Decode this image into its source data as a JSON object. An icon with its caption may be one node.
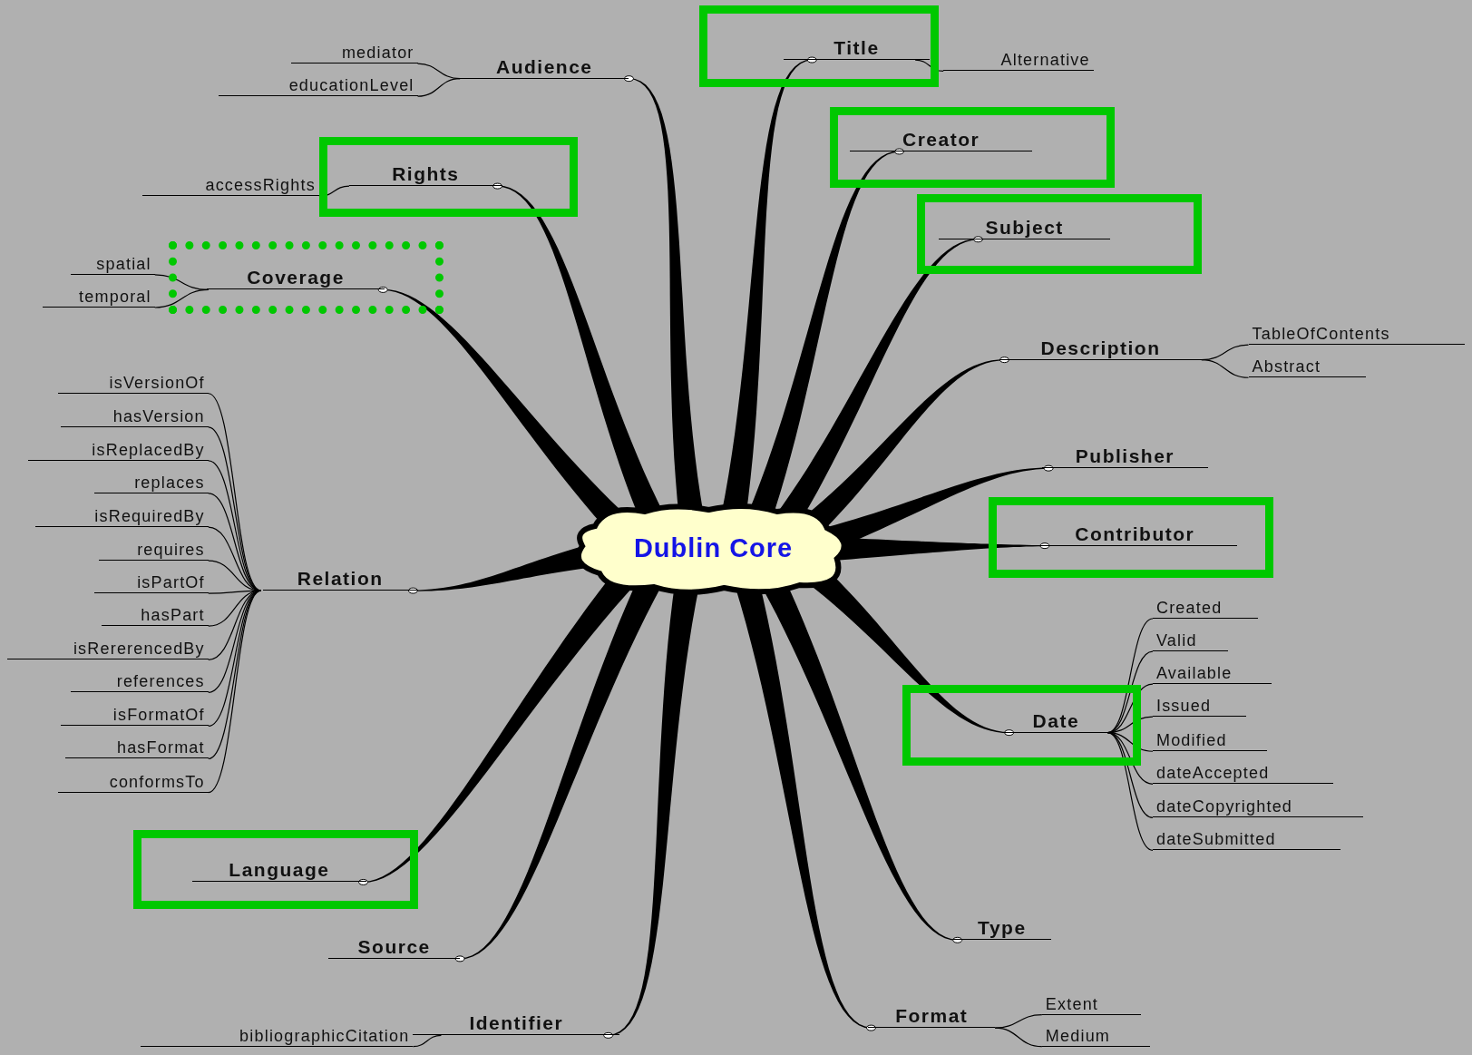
{
  "diagram": {
    "nodes": [
      {
        "text": [
          "Dublin Core"
        ]
      },
      {
        "text": [
          "Audience"
        ]
      },
      {
        "text": [
          "mediator"
        ]
      },
      {
        "text": [
          "educationLevel"
        ]
      },
      {
        "text": [
          "Title"
        ],
        "in": 49
      },
      {
        "text": [
          "Alternative"
        ]
      },
      {
        "text": [
          "Creator"
        ],
        "in": 50
      },
      {
        "text": [
          "Subject"
        ],
        "in": 51
      },
      {
        "text": [
          "Description"
        ]
      },
      {
        "text": [
          "TableOfContents"
        ]
      },
      {
        "text": [
          "Abstract"
        ]
      },
      {
        "text": [
          "Publisher"
        ]
      },
      {
        "text": [
          "Contributor"
        ],
        "in": 52
      },
      {
        "text": [
          "Date"
        ],
        "in": 53
      },
      {
        "text": [
          "Created"
        ]
      },
      {
        "text": [
          "Valid"
        ]
      },
      {
        "text": [
          "Available"
        ]
      },
      {
        "text": [
          "Issued"
        ]
      },
      {
        "text": [
          "Modified"
        ]
      },
      {
        "text": [
          "dateAccepted"
        ]
      },
      {
        "text": [
          "dateCopyrighted"
        ]
      },
      {
        "text": [
          "dateSubmitted"
        ]
      },
      {
        "text": [
          "Type"
        ]
      },
      {
        "text": [
          "Format"
        ]
      },
      {
        "text": [
          "Extent"
        ]
      },
      {
        "text": [
          "Medium"
        ]
      },
      {
        "text": [
          "Identifier"
        ]
      },
      {
        "text": [
          "bibliographicCitation"
        ]
      },
      {
        "text": [
          "Source"
        ]
      },
      {
        "text": [
          "Language"
        ],
        "in": 54
      },
      {
        "text": [
          "Relation"
        ]
      },
      {
        "text": [
          "isVersionOf"
        ]
      },
      {
        "text": [
          "hasVersion"
        ]
      },
      {
        "text": [
          "isReplacedBy"
        ]
      },
      {
        "text": [
          "replaces"
        ]
      },
      {
        "text": [
          "isRequiredBy"
        ]
      },
      {
        "text": [
          "requires"
        ]
      },
      {
        "text": [
          "isPartOf"
        ]
      },
      {
        "text": [
          "hasPart"
        ]
      },
      {
        "text": [
          "isRererencedBy"
        ]
      },
      {
        "text": [
          "references"
        ]
      },
      {
        "text": [
          "isFormatOf"
        ]
      },
      {
        "text": [
          "hasFormat"
        ]
      },
      {
        "text": [
          "conformsTo"
        ]
      },
      {
        "text": [
          "Coverage"
        ],
        "in": 55
      },
      {
        "text": [
          "spatial"
        ]
      },
      {
        "text": [
          "temporal"
        ]
      },
      {
        "text": [
          "Rights"
        ],
        "in": 56
      },
      {
        "text": [
          "accessRights"
        ]
      },
      {
        "text": [],
        "shape": "box"
      },
      {
        "text": [],
        "shape": "box"
      },
      {
        "text": [],
        "shape": "box"
      },
      {
        "text": [],
        "shape": "box"
      },
      {
        "text": [],
        "shape": "box"
      },
      {
        "text": [],
        "shape": "box"
      },
      {
        "text": [],
        "shape": "box"
      },
      {
        "text": [],
        "shape": "box"
      }
    ],
    "edges": [
      {
        "from": 0,
        "to": 1,
        "arrow": "none",
        "style": "thick"
      },
      {
        "from": 0,
        "to": 4,
        "arrow": "none",
        "style": "thick"
      },
      {
        "from": 0,
        "to": 6,
        "arrow": "none",
        "style": "thick"
      },
      {
        "from": 0,
        "to": 7,
        "arrow": "none",
        "style": "thick"
      },
      {
        "from": 0,
        "to": 8,
        "arrow": "none",
        "style": "thick"
      },
      {
        "from": 0,
        "to": 11,
        "arrow": "none",
        "style": "thick"
      },
      {
        "from": 0,
        "to": 12,
        "arrow": "none",
        "style": "thick"
      },
      {
        "from": 0,
        "to": 13,
        "arrow": "none",
        "style": "thick"
      },
      {
        "from": 0,
        "to": 22,
        "arrow": "none",
        "style": "thick"
      },
      {
        "from": 0,
        "to": 23,
        "arrow": "none",
        "style": "thick"
      },
      {
        "from": 0,
        "to": 26,
        "arrow": "none",
        "style": "thick"
      },
      {
        "from": 0,
        "to": 28,
        "arrow": "none",
        "style": "thick"
      },
      {
        "from": 0,
        "to": 29,
        "arrow": "none",
        "style": "thick"
      },
      {
        "from": 0,
        "to": 30,
        "arrow": "none",
        "style": "thick"
      },
      {
        "from": 0,
        "to": 44,
        "arrow": "none",
        "style": "thick"
      },
      {
        "from": 0,
        "to": 47,
        "arrow": "none",
        "style": "thick"
      },
      {
        "from": 1,
        "to": 2,
        "arrow": "none"
      },
      {
        "from": 1,
        "to": 3,
        "arrow": "none"
      },
      {
        "from": 4,
        "to": 5,
        "arrow": "none"
      },
      {
        "from": 8,
        "to": 9,
        "arrow": "none"
      },
      {
        "from": 8,
        "to": 10,
        "arrow": "none"
      },
      {
        "from": 13,
        "to": 14,
        "arrow": "none"
      },
      {
        "from": 13,
        "to": 15,
        "arrow": "none"
      },
      {
        "from": 13,
        "to": 16,
        "arrow": "none"
      },
      {
        "from": 13,
        "to": 17,
        "arrow": "none"
      },
      {
        "from": 13,
        "to": 18,
        "arrow": "none"
      },
      {
        "from": 13,
        "to": 19,
        "arrow": "none"
      },
      {
        "from": 13,
        "to": 20,
        "arrow": "none"
      },
      {
        "from": 13,
        "to": 21,
        "arrow": "none"
      },
      {
        "from": 23,
        "to": 24,
        "arrow": "none"
      },
      {
        "from": 23,
        "to": 25,
        "arrow": "none"
      },
      {
        "from": 26,
        "to": 27,
        "arrow": "none"
      },
      {
        "from": 30,
        "to": 31,
        "arrow": "none"
      },
      {
        "from": 30,
        "to": 32,
        "arrow": "none"
      },
      {
        "from": 30,
        "to": 33,
        "arrow": "none"
      },
      {
        "from": 30,
        "to": 34,
        "arrow": "none"
      },
      {
        "from": 30,
        "to": 35,
        "arrow": "none"
      },
      {
        "from": 30,
        "to": 36,
        "arrow": "none"
      },
      {
        "from": 30,
        "to": 37,
        "arrow": "none"
      },
      {
        "from": 30,
        "to": 38,
        "arrow": "none"
      },
      {
        "from": 30,
        "to": 39,
        "arrow": "none"
      },
      {
        "from": 30,
        "to": 40,
        "arrow": "none"
      },
      {
        "from": 30,
        "to": 41,
        "arrow": "none"
      },
      {
        "from": 30,
        "to": 42,
        "arrow": "none"
      },
      {
        "from": 30,
        "to": 43,
        "arrow": "none"
      },
      {
        "from": 44,
        "to": 45,
        "arrow": "none"
      },
      {
        "from": 44,
        "to": 46,
        "arrow": "none"
      },
      {
        "from": 47,
        "to": 48,
        "arrow": "none"
      }
    ]
  }
}
